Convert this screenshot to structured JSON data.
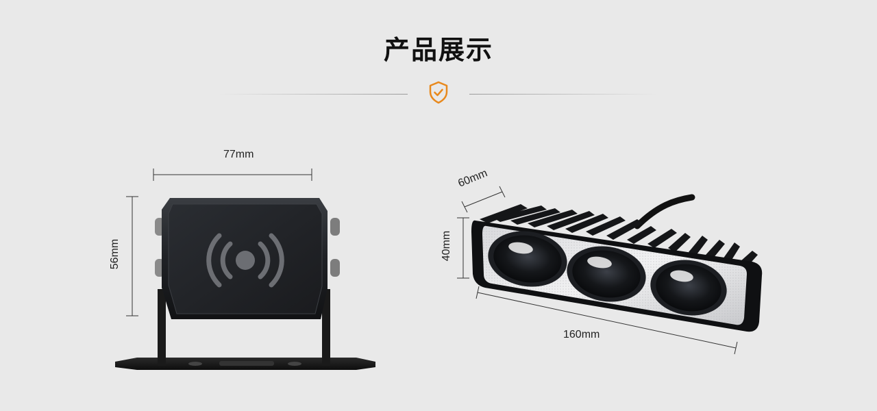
{
  "title": "产品展示",
  "accent_color": "#e8891d",
  "divider_icon": "shield-check-icon",
  "left_product": {
    "name": "backup-sensor-camera",
    "icon": "signal-broadcast-icon",
    "width_label": "77mm",
    "height_label": "56mm"
  },
  "right_product": {
    "name": "led-light-bar",
    "depth_label": "60mm",
    "height_label": "40mm",
    "length_label": "160mm"
  }
}
